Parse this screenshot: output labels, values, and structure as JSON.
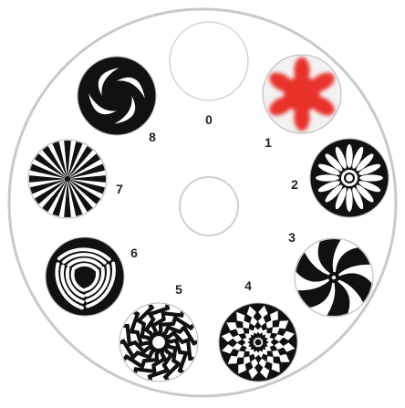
{
  "wheel": {
    "rim_color": "#c9c9c9",
    "face_color": "#ffffff",
    "center_hole": {
      "name": "center-hole"
    },
    "slots": [
      {
        "number": "0",
        "pattern": "open",
        "fill": "#ffffff",
        "ink": "#d4d4d4"
      },
      {
        "number": "1",
        "pattern": "red-star",
        "fill": "#f2f2f2",
        "ink": "#e8322b"
      },
      {
        "number": "2",
        "pattern": "daisy",
        "fill": "#111111",
        "ink": "#ffffff"
      },
      {
        "number": "3",
        "pattern": "pinwheel",
        "fill": "#ffffff",
        "ink": "#111111"
      },
      {
        "number": "4",
        "pattern": "zigzag-tunnel",
        "fill": "#111111",
        "ink": "#ffffff"
      },
      {
        "number": "5",
        "pattern": "spiral-zigzag",
        "fill": "#ffffff",
        "ink": "#111111"
      },
      {
        "number": "6",
        "pattern": "arc-triangle",
        "fill": "#111111",
        "ink": "#ffffff"
      },
      {
        "number": "7",
        "pattern": "starburst",
        "fill": "#ffffff",
        "ink": "#111111"
      },
      {
        "number": "8",
        "pattern": "swirl",
        "fill": "#111111",
        "ink": "#ffffff"
      }
    ]
  }
}
